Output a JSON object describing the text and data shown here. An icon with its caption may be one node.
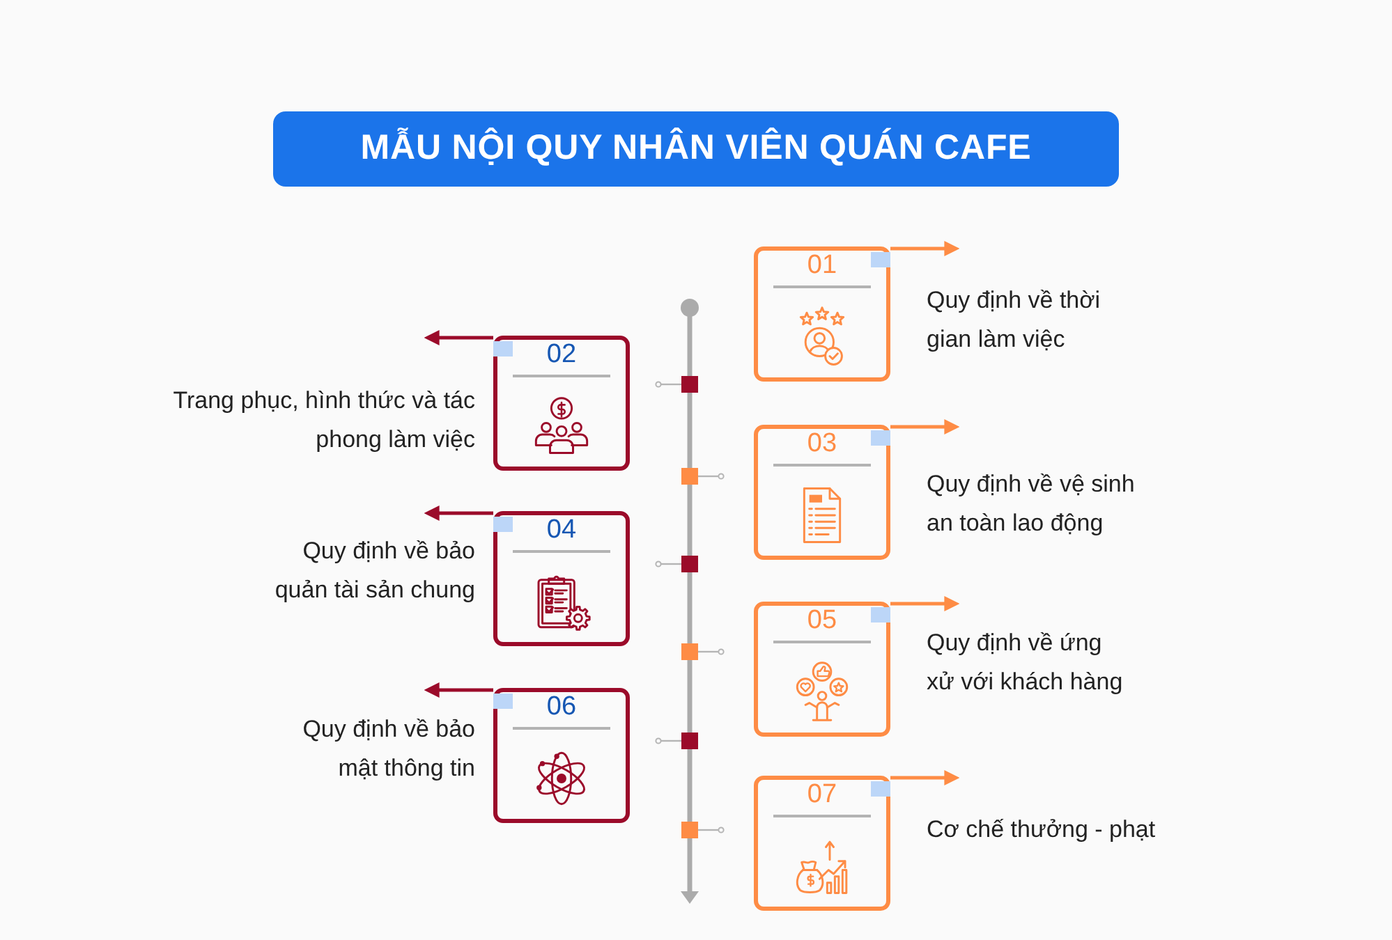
{
  "diagram": {
    "title": "MẪU NỘI QUY NHÂN VIÊN QUÁN CAFE",
    "nodes": [
      {
        "text": [
          "01"
        ],
        "beside": [
          "Quy định về thời gian làm việc"
        ]
      },
      {
        "text": [
          "02"
        ],
        "beside": [
          "Trang phục, hình thức và tác phong làm việc"
        ]
      },
      {
        "text": [
          "03"
        ],
        "beside": [
          "Quy định về vệ sinh an toàn lao động"
        ]
      },
      {
        "text": [
          "04"
        ],
        "beside": [
          "Quy định về bảo quản tài sản chung"
        ]
      },
      {
        "text": [
          "05"
        ],
        "beside": [
          "Quy định về ứng xử với khách hàng"
        ]
      },
      {
        "text": [
          "06"
        ],
        "beside": [
          "Quy định về bảo mật thông tin"
        ]
      },
      {
        "text": [
          "07"
        ],
        "beside": [
          "Cơ chế thưởng - phạt"
        ]
      }
    ],
    "edges": [
      {
        "from": 0,
        "to": null,
        "arrow": "to"
      },
      {
        "from": 1,
        "to": null,
        "arrow": "to",
        "color": "#9b0b2a"
      },
      {
        "from": 2,
        "to": null,
        "arrow": "to"
      },
      {
        "from": 3,
        "to": null,
        "arrow": "to",
        "color": "#9b0b2a"
      },
      {
        "from": 4,
        "to": null,
        "arrow": "to"
      },
      {
        "from": 5,
        "to": null,
        "arrow": "to",
        "color": "#9b0b2a"
      },
      {
        "from": 6,
        "to": null,
        "arrow": "to"
      }
    ]
  }
}
